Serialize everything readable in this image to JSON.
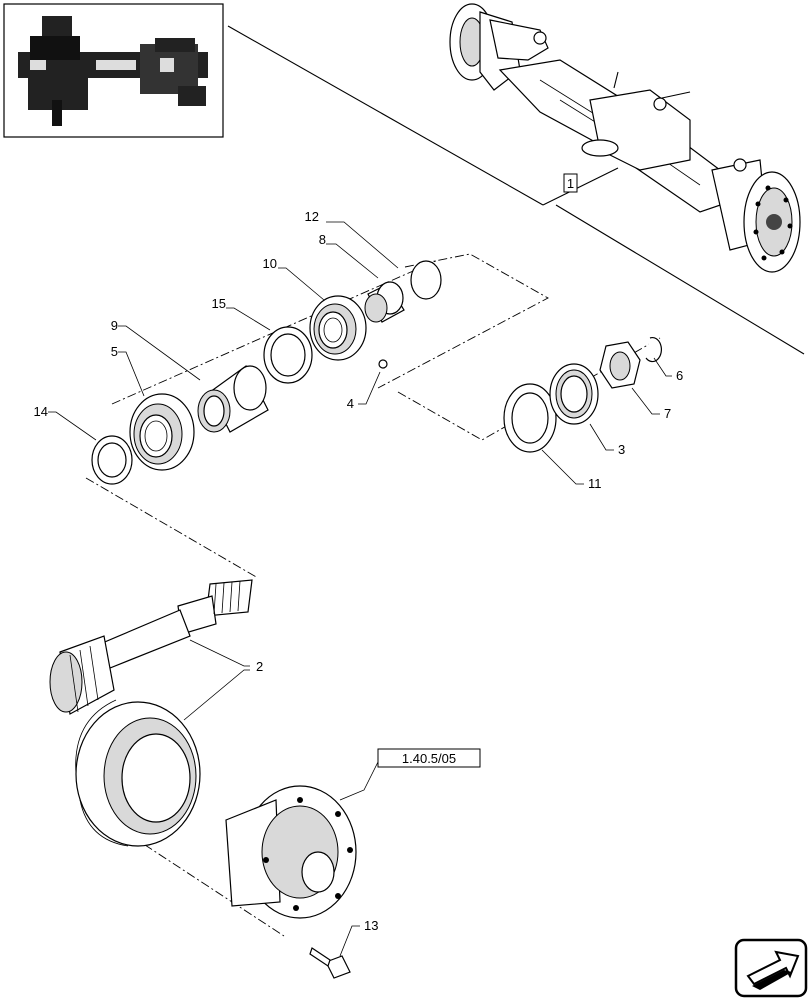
{
  "reference_label": "1.40.5/05",
  "assembly_label": "1",
  "callouts": {
    "p1": "1",
    "p2": "2",
    "p3": "3",
    "p4": "4",
    "p5": "5",
    "p6": "6",
    "p7": "7",
    "p8": "8",
    "p9": "9",
    "p10": "10",
    "p11": "11",
    "p12": "12",
    "p13": "13",
    "p14": "14",
    "p15": "15"
  }
}
